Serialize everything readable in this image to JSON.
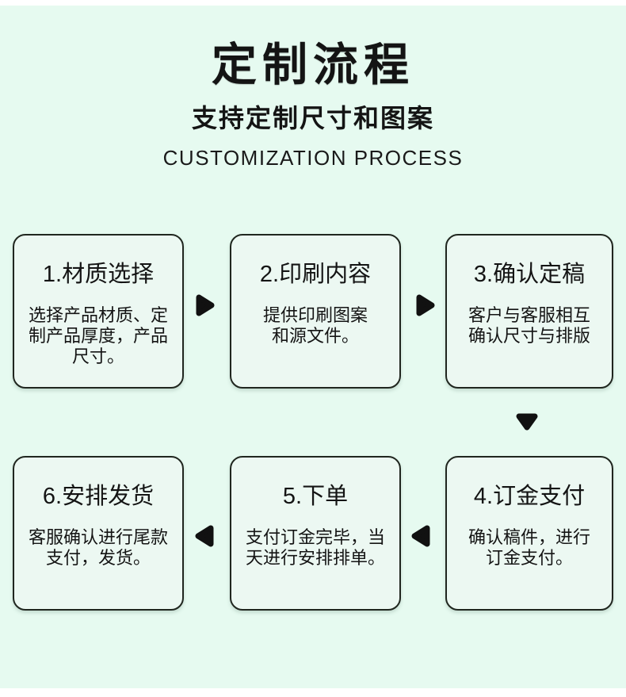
{
  "colors": {
    "frame_bg": "#ffffff",
    "panel_bg": "#e6faf0",
    "card_bg": "#ecf8f2",
    "card_border": "#20261f",
    "text": "#141414",
    "arrow": "#111111"
  },
  "header": {
    "title": "定制流程",
    "subtitle": "支持定制尺寸和图案",
    "subtitle_en": "CUSTOMIZATION PROCESS"
  },
  "steps": [
    {
      "title": "1.材质选择",
      "lines": [
        "选择产品材质、定",
        "制产品厚度，产品",
        "尺寸。"
      ]
    },
    {
      "title": "2.印刷内容",
      "lines": [
        "提供印刷图案",
        "和源文件。"
      ]
    },
    {
      "title": "3.确认定稿",
      "lines": [
        "客户与客服相互",
        "确认尺寸与排版"
      ]
    },
    {
      "title": "4.订金支付",
      "lines": [
        "确认稿件，进行",
        "订金支付。"
      ]
    },
    {
      "title": "5.下单",
      "lines": [
        "支付订金完毕，当",
        "天进行安排排单。"
      ]
    },
    {
      "title": "6.安排发货",
      "lines": [
        "客服确认进行尾款",
        "支付，发货。"
      ]
    }
  ],
  "flow": {
    "arrows": [
      {
        "from": 1,
        "to": 2,
        "direction": "right"
      },
      {
        "from": 2,
        "to": 3,
        "direction": "right"
      },
      {
        "from": 3,
        "to": 4,
        "direction": "down"
      },
      {
        "from": 4,
        "to": 5,
        "direction": "left"
      },
      {
        "from": 5,
        "to": 6,
        "direction": "left"
      }
    ]
  }
}
